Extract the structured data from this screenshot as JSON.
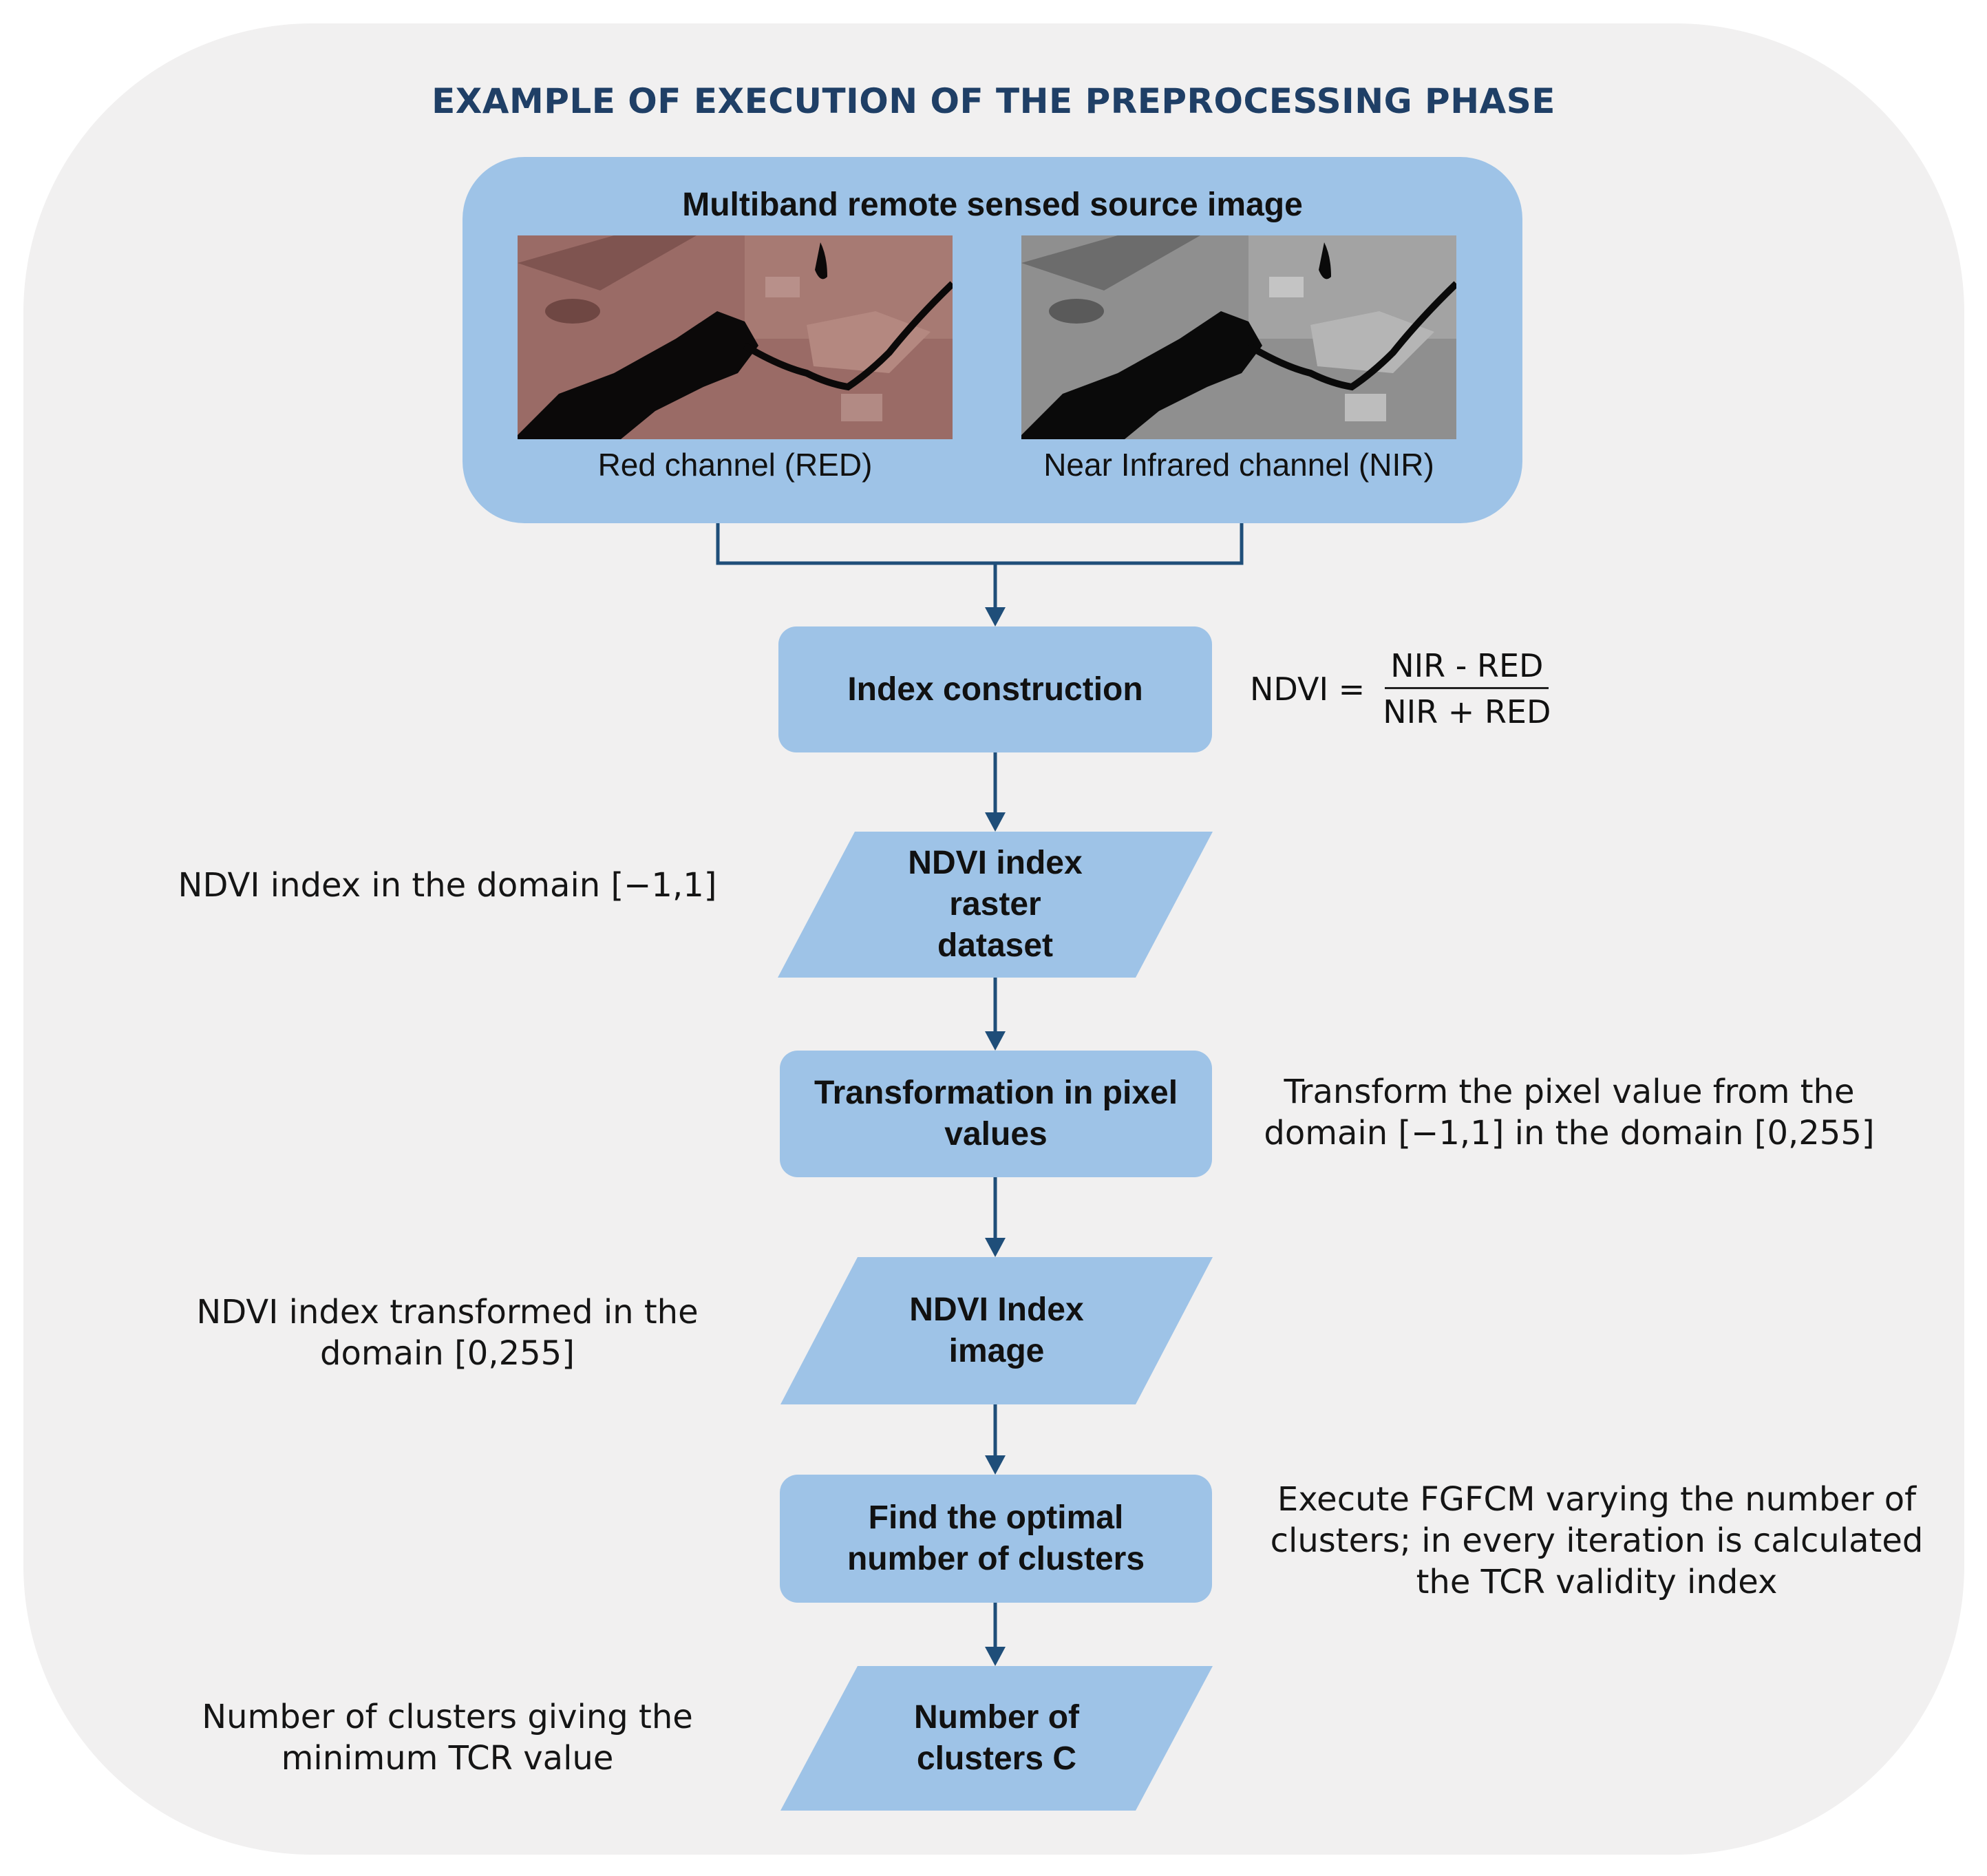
{
  "title": "EXAMPLE OF EXECUTION OF THE PREPROCESSING PHASE",
  "source": {
    "title": "Multiband remote sensed source image",
    "red_caption": "Red channel  (RED)",
    "nir_caption": "Near Infrared channel (NIR)"
  },
  "steps": {
    "index_construction": "Index construction",
    "ndvi_raster_line1": "NDVI index",
    "ndvi_raster_line2": "raster",
    "ndvi_raster_line3": "dataset",
    "transformation_line1": "Transformation in pixel",
    "transformation_line2": "values",
    "ndvi_image_line1": "NDVI Index",
    "ndvi_image_line2": "image",
    "find_optimal_line1": "Find the optimal",
    "find_optimal_line2": "number of clusters",
    "clusters_line1": "Number of",
    "clusters_line2": "clusters C"
  },
  "formula": {
    "lhs": "NDVI =",
    "numerator": "NIR - RED",
    "denominator": "NIR + RED"
  },
  "notes": {
    "ndvi_domain": "NDVI index in the domain [−1,1]",
    "transform_line1": "Transform the pixel value from the",
    "transform_line2": "domain [−1,1] in the domain [0,255]",
    "ndvi_transformed_line1": "NDVI index transformed in the",
    "ndvi_transformed_line2": "domain [0,255]",
    "fgfcm_line1": "Execute FGFCM varying the number of",
    "fgfcm_line2": "clusters; in every iteration is calculated",
    "fgfcm_line3": "the TCR validity index",
    "minimum_line1": "Number of clusters giving the",
    "minimum_line2": "minimum TCR value"
  },
  "colors": {
    "panel": "#f1f0f0",
    "box": "#9ec3e7",
    "title": "#1f3f66",
    "connector": "#1f4e79"
  }
}
